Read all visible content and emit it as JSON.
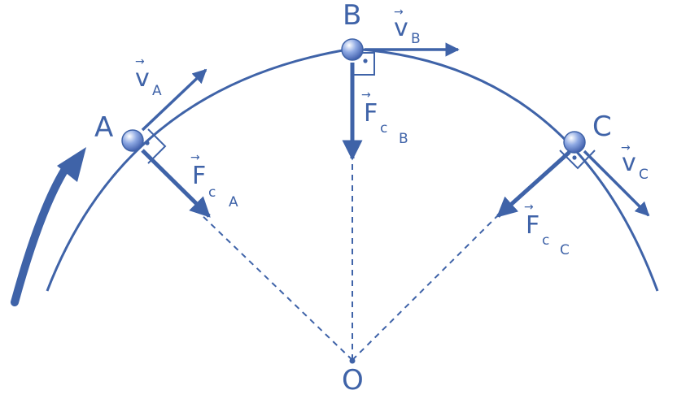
{
  "colors": {
    "line": "#3f63a8",
    "label": "#3f63a8",
    "ball": "#6f8fd6"
  },
  "points": {
    "A": "A",
    "B": "B",
    "C": "C",
    "O": "O"
  },
  "labels": {
    "vA": {
      "main": "v",
      "sub": "A"
    },
    "vB": {
      "main": "v",
      "sub": "B"
    },
    "vC": {
      "main": "v",
      "sub": "C"
    },
    "FcA": {
      "main": "F",
      "sub1": "c",
      "sub2": "A"
    },
    "FcB": {
      "main": "F",
      "sub1": "c",
      "sub2": "B"
    },
    "FcC": {
      "main": "F",
      "sub1": "c",
      "sub2": "C"
    }
  },
  "vector_arrow": "→",
  "icons": [
    "ball-icon",
    "right-angle-mark-icon",
    "direction-arrow-icon"
  ]
}
